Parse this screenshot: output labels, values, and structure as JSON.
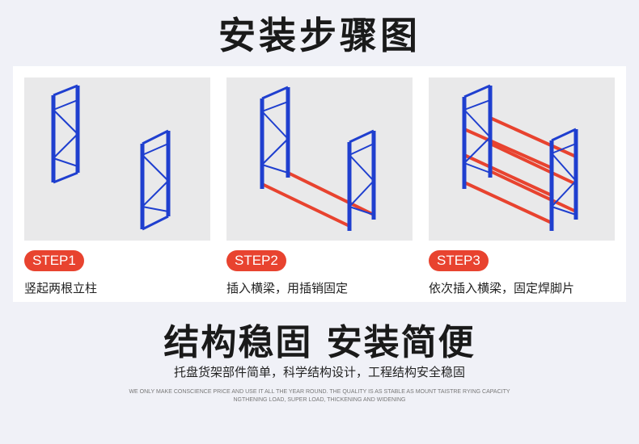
{
  "title": "安装步骤图",
  "steps": [
    {
      "badge": "STEP1",
      "desc": "竖起两根立柱"
    },
    {
      "badge": "STEP2",
      "desc": "插入横梁，用插销固定"
    },
    {
      "badge": "STEP3",
      "desc": "依次插入横梁，固定焊脚片"
    }
  ],
  "headline": "结构稳固 安装简便",
  "subtitle": "托盘货架部件简单，科学结构设计，工程结构安全稳固",
  "fine_print": [
    "WE ONLY MAKE CONSCIENCE PRICE AND USE IT ALL THE YEAR ROUND. THE QUALITY IS AS STABLE AS MOUNT TAISTRE RYING CAPACITY",
    "NGTHENING LOAD, SUPER LOAD, THICKENING AND WIDENING"
  ],
  "colors": {
    "frame": "#1f3fcf",
    "beam": "#e8432f",
    "badge": "#e8432f"
  }
}
